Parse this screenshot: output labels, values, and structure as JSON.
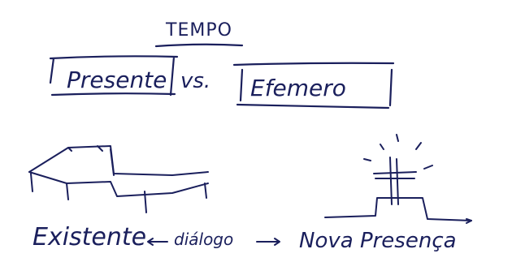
{
  "sketch": {
    "title": "TEMPO",
    "left_term": "Presente",
    "versus": "vs.",
    "right_term": "Efemero",
    "bottom_left": "Existente",
    "dialogue": "diálogo",
    "bottom_right": "Nova Presença",
    "ink_color": "#1a1f5c"
  }
}
